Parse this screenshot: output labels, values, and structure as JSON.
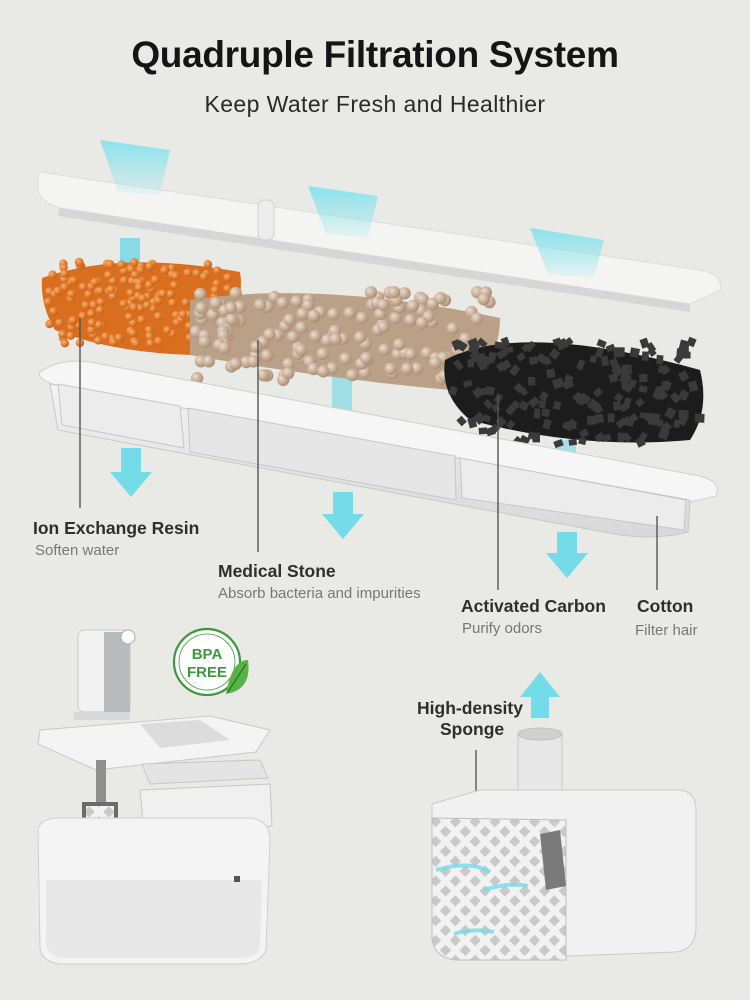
{
  "header": {
    "title": "Quadruple Filtration System",
    "subtitle": "Keep Water Fresh and Healthier"
  },
  "layers": [
    {
      "name": "Ion Exchange Resin",
      "desc": "Soften water"
    },
    {
      "name": "Medical Stone",
      "desc": "Absorb bacteria and impurities"
    },
    {
      "name": "Activated Carbon",
      "desc": "Purify odors"
    },
    {
      "name": "Cotton",
      "desc": "Filter hair"
    }
  ],
  "badge": {
    "line1": "BPA",
    "line2": "FREE"
  },
  "sponge": {
    "line1": "High-density",
    "line2": "Sponge"
  },
  "colors": {
    "background": "#e9e9e6",
    "water_arrow": "#74dbe8",
    "resin": "#e07a2a",
    "stone": "#c9b09a",
    "carbon": "#222222",
    "badge_green": "#3c9a3a"
  },
  "icons": [
    "down-arrow-icon",
    "up-arrow-icon",
    "leaf-icon"
  ]
}
